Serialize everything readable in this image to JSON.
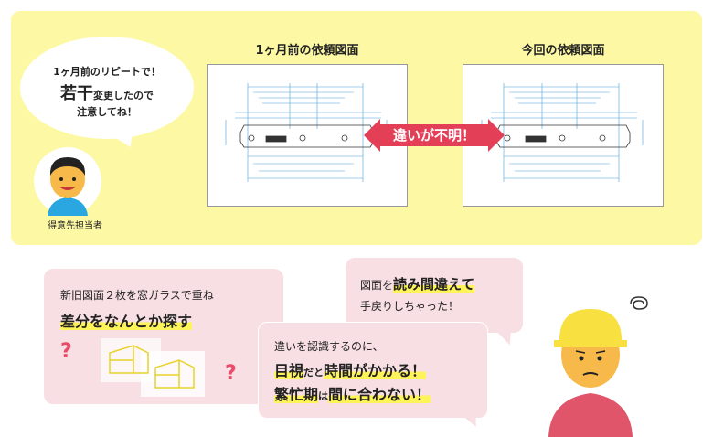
{
  "client_bubble": {
    "line1": "1ヶ月前のリピートで！",
    "line2_big": "若干",
    "line2_rest": "変更したので",
    "line3": "注意してね！"
  },
  "client_label": "得意先担当者",
  "drawing_left_title": "1ヶ月前の依頼図面",
  "drawing_right_title": "今回の依頼図面",
  "banner_text": "違いが不明！",
  "bubble_left": {
    "line1": "新旧図面２枚を窓ガラスで重ね",
    "line2": "差分をなんとか探す"
  },
  "bubble_right_top": {
    "line1_pre": "図面を",
    "line1_hl": "読み間違えて",
    "line2": "手戻りしちゃった！"
  },
  "bubble_center": {
    "line1": "違いを認識するのに、",
    "line2_a": "目視",
    "line2_b": "だと",
    "line2_c": "時間がかかる！",
    "line3_a": "繁忙期",
    "line3_b": "は",
    "line3_c": "間に合わない！"
  },
  "question_mark": "?",
  "colors": {
    "panel": "#fdf8a4",
    "banner": "#e33f57",
    "pink_bubble": "#f8dfe3",
    "highlight": "#fff35a",
    "worker_shirt": "#e0556a",
    "helmet": "#f7e040"
  },
  "icons": [
    "client-avatar-icon",
    "worker-avatar-icon",
    "dizzy-swirl-icon",
    "question-mark-icon",
    "overlapping-drawings-icon"
  ]
}
